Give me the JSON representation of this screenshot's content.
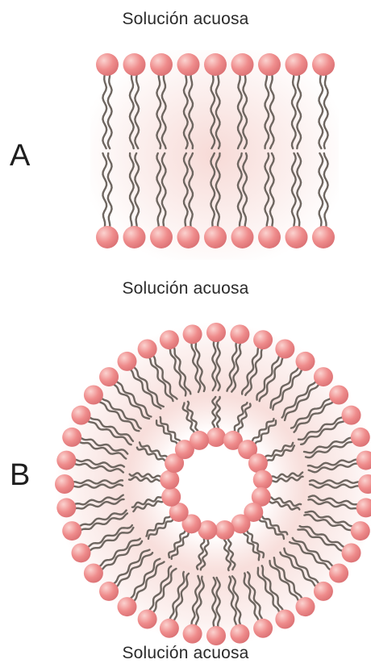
{
  "figure": {
    "caption_top": "Solución acuosa",
    "caption_middle": "Solución acuosa",
    "caption_bottom": "Solución acuosa",
    "label_a": "A",
    "label_b": "B"
  },
  "colors": {
    "head": "#ef8c8c",
    "head_highlight": "#fbd3d0",
    "tail": "#6e6660",
    "interior_glow": "#f6d6d2"
  },
  "structures": {
    "bilayer_heads_per_leaflet": 9,
    "liposome_outer_heads": 40,
    "liposome_inner_heads": 17
  }
}
